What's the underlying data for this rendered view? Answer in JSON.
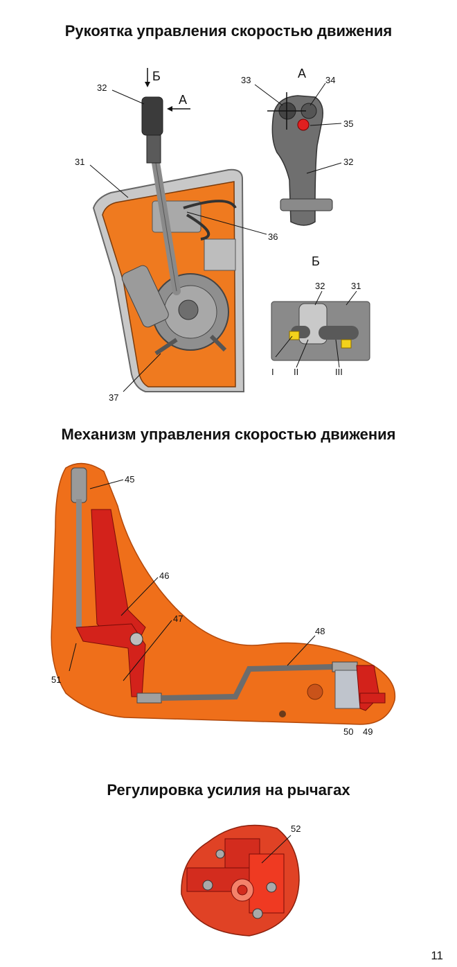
{
  "titles": {
    "handle": "Рукоятка управления скоростью движения",
    "mechanism": "Механизм управления скоростью движения",
    "adjust": "Регулировка усилия на рычагах"
  },
  "views": {
    "a": "А",
    "b": "Б",
    "b_caption": "Б"
  },
  "callouts": {
    "c31": "31",
    "c32": "32",
    "c33": "33",
    "c34": "34",
    "c35": "35",
    "c36": "36",
    "c37": "37",
    "c45": "45",
    "c46": "46",
    "c47": "47",
    "c48": "48",
    "c49": "49",
    "c50": "50",
    "c51": "51",
    "c52": "52"
  },
  "positions": {
    "p1": "I",
    "p2": "II",
    "p3": "III"
  },
  "page_number": "11"
}
